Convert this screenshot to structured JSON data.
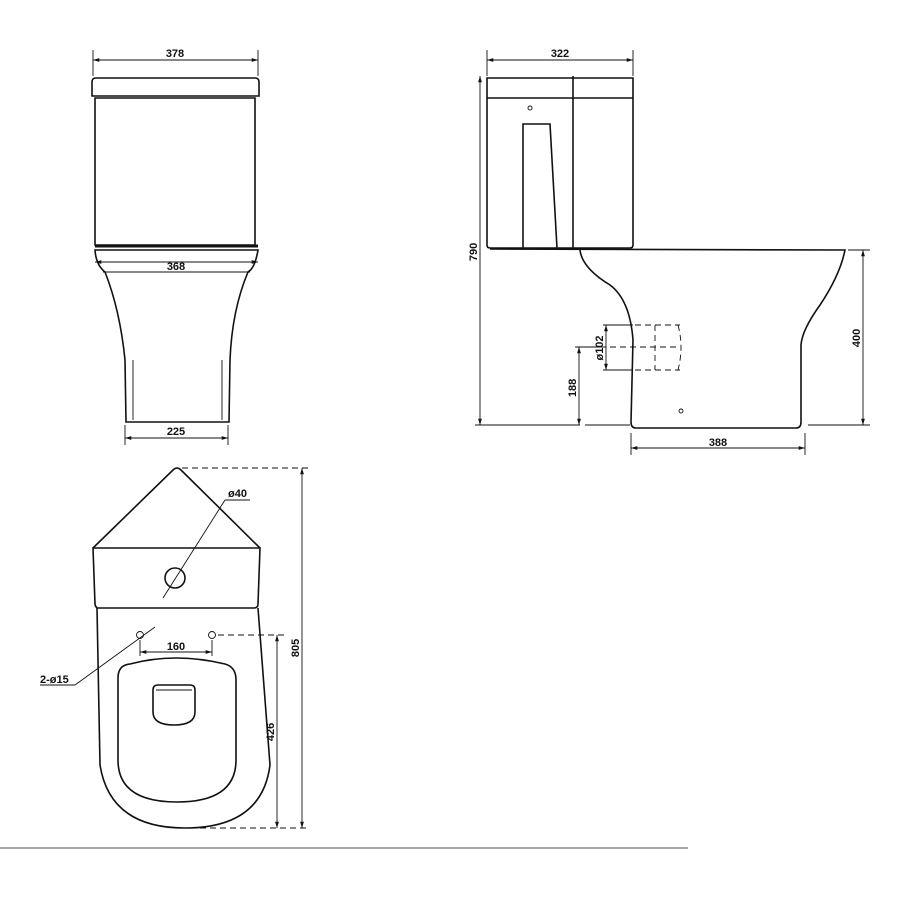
{
  "front_view": {
    "tank_width": "378",
    "bowl_width": "368",
    "base_width": "225"
  },
  "side_view": {
    "tank_depth": "322",
    "total_height": "790",
    "bowl_height": "400",
    "outlet_height": "188",
    "outlet_diameter": "ø102",
    "base_depth": "388"
  },
  "top_view": {
    "flush_hole": "ø40",
    "seat_hole_spacing": "160",
    "seat_holes": "2-ø15",
    "total_length": "805",
    "holes_to_front": "426"
  }
}
